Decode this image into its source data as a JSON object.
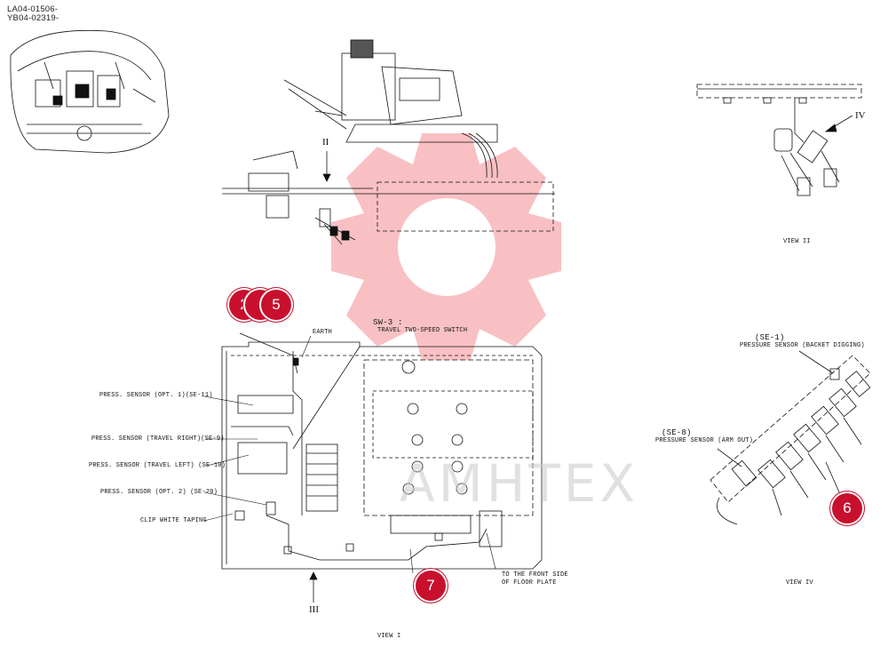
{
  "codes": [
    "LA04-01506-",
    "YB04-02319-"
  ],
  "watermark": "AMHTEX",
  "callouts": [
    {
      "id": "c2",
      "label": "2"
    },
    {
      "id": "c4",
      "label": ""
    },
    {
      "id": "c5",
      "label": "5"
    },
    {
      "id": "c6",
      "label": "6"
    },
    {
      "id": "c7",
      "label": "7"
    }
  ],
  "labels": {
    "earth": "EARTH",
    "sw3": "SW-3 :",
    "sw3_desc": "TRAVEL TWO-SPEED SWITCH",
    "se11": "PRESS. SENSOR (OPT. 1)(SE-11)",
    "se9": "PRESS. SENSOR (TRAVEL RIGHT)(SE-9)",
    "se10": "PRESS. SENSOR (TRAVEL LEFT) (SE-10)",
    "se20": "PRESS. SENSOR (OPT. 2) (SE-20)",
    "clip": "CLIP WHITE TAPING",
    "front1": "TO THE FRONT SIDE",
    "front2": "OF FLOOR PLATE",
    "se1_code": "(SE-1)",
    "se1_desc": "PRESSURE SENSOR (BACKET DIGGING)",
    "se8_code": "(SE-8)",
    "se8_desc": "PRESSURE SENSOR (ARM OUT)",
    "view1": "VIEW I",
    "view2": "VIEW II",
    "view3": "VIEW IV",
    "arrow2": "II",
    "arrow3": "III",
    "arrow4": "IV"
  }
}
